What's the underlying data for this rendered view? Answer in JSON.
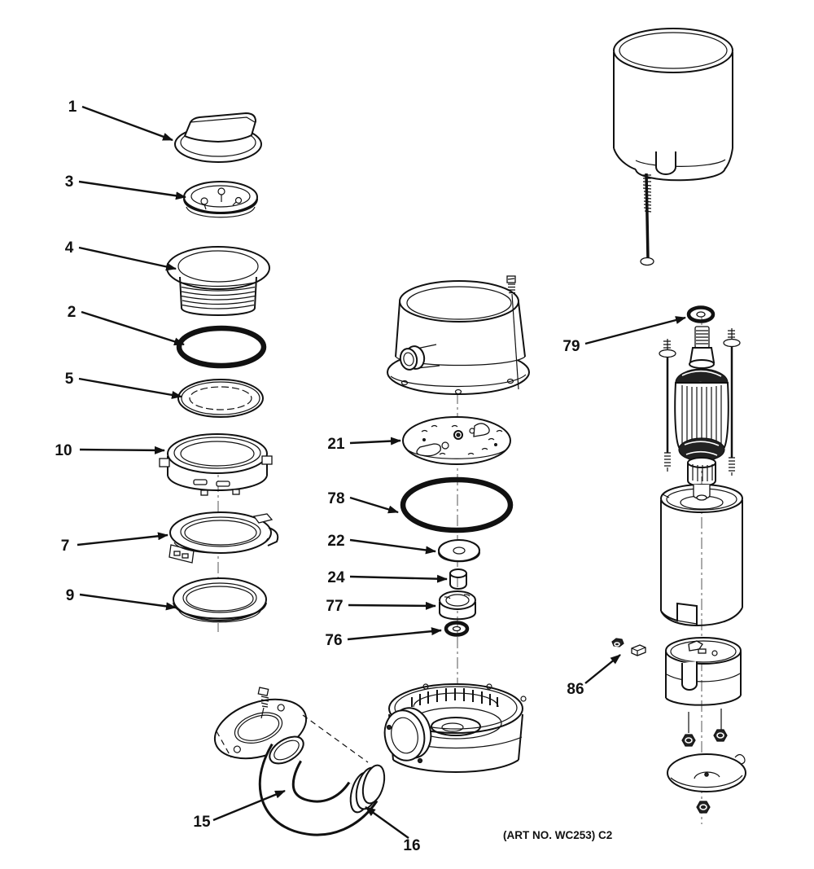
{
  "diagram": {
    "art_note": "(ART NO. WC253) C2",
    "ink_color": "#111111",
    "background_color": "#ffffff",
    "callouts": [
      {
        "label": "1"
      },
      {
        "label": "3"
      },
      {
        "label": "4"
      },
      {
        "label": "2"
      },
      {
        "label": "5"
      },
      {
        "label": "10"
      },
      {
        "label": "7"
      },
      {
        "label": "9"
      },
      {
        "label": "21"
      },
      {
        "label": "78"
      },
      {
        "label": "22"
      },
      {
        "label": "24"
      },
      {
        "label": "77"
      },
      {
        "label": "76"
      },
      {
        "label": "15"
      },
      {
        "label": "16"
      },
      {
        "label": "79"
      },
      {
        "label": "86"
      }
    ]
  }
}
